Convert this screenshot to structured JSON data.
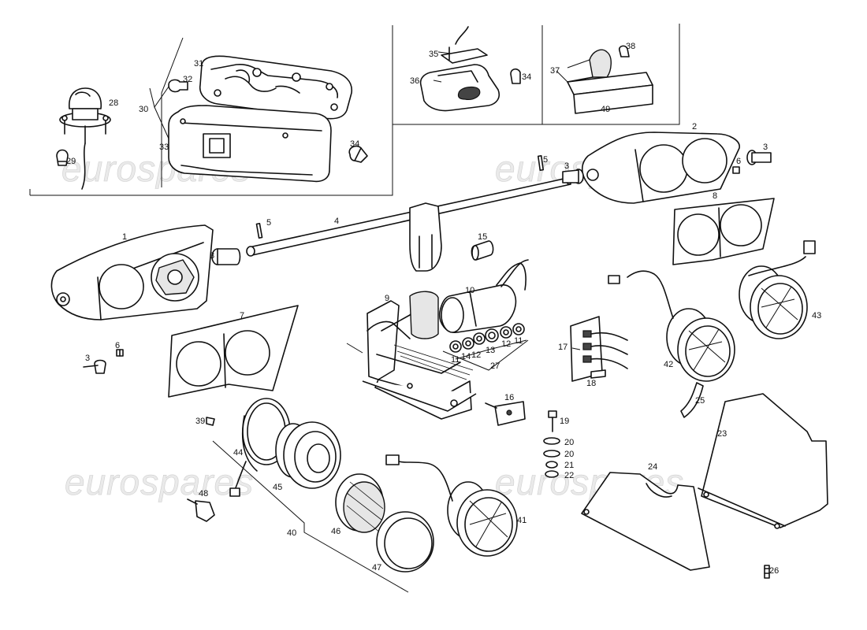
{
  "watermark": "eurospares",
  "labels": {
    "l1": "1",
    "l2": "2",
    "l3a": "3",
    "l3b": "3",
    "l3c": "3",
    "l3d": "3",
    "l4": "4",
    "l5a": "5",
    "l5b": "5",
    "l6a": "6",
    "l6b": "6",
    "l7": "7",
    "l8": "8",
    "l9": "9",
    "l10": "10",
    "l11a": "11",
    "l11b": "11",
    "l12a": "12",
    "l12b": "12",
    "l13": "13",
    "l14": "14",
    "l15": "15",
    "l16": "16",
    "l17": "17",
    "l18": "18",
    "l19": "19",
    "l20a": "20",
    "l20b": "20",
    "l21": "21",
    "l22": "22",
    "l23": "23",
    "l24": "24",
    "l25": "25",
    "l26": "26",
    "l27": "27",
    "l28": "28",
    "l29": "29",
    "l30": "30",
    "l31": "31",
    "l32": "32",
    "l33": "33",
    "l34a": "34",
    "l34b": "34",
    "l35": "35",
    "l36": "36",
    "l37": "37",
    "l38": "38",
    "l39": "39",
    "l40": "40",
    "l41": "41",
    "l42": "42",
    "l43": "43",
    "l44": "44",
    "l45": "45",
    "l46": "46",
    "l47": "47",
    "l48": "48",
    "l49": "49"
  }
}
